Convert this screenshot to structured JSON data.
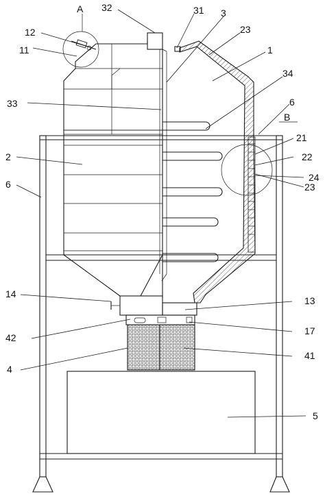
{
  "diagram": {
    "labels": {
      "A": "A",
      "B": "B",
      "n1": "1",
      "n2": "2",
      "n3": "3",
      "n4": "4",
      "n5": "5",
      "n6a": "6",
      "n6b": "6",
      "n11": "11",
      "n12": "12",
      "n13": "13",
      "n14": "14",
      "n17": "17",
      "n21": "21",
      "n22": "22",
      "n23a": "23",
      "n23b": "23",
      "n24": "24",
      "n31": "31",
      "n32": "32",
      "n33": "33",
      "n34": "34",
      "n41": "41",
      "n42": "42"
    }
  }
}
